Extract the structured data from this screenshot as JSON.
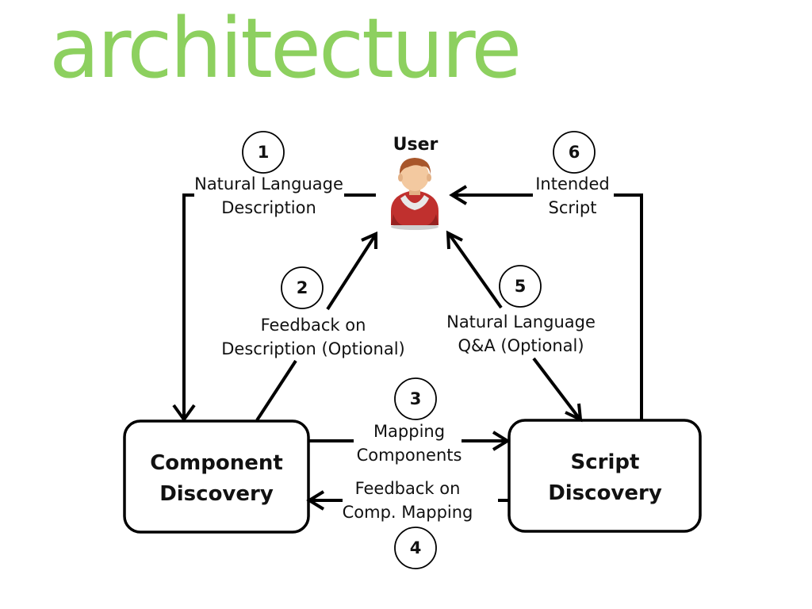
{
  "title": "architecture",
  "user": {
    "label": "User",
    "icon": "user-icon"
  },
  "boxes": {
    "component": [
      "Component",
      "Discovery"
    ],
    "script": [
      "Script",
      "Discovery"
    ]
  },
  "steps": [
    {
      "number": "1",
      "lines": [
        "Natural Language",
        "Description"
      ]
    },
    {
      "number": "2",
      "lines": [
        "Feedback on",
        "Description (Optional)"
      ]
    },
    {
      "number": "3",
      "lines": [
        "Mapping",
        "Components"
      ]
    },
    {
      "number": "4",
      "lines": [
        "Feedback on",
        "Comp. Mapping"
      ]
    },
    {
      "number": "5",
      "lines": [
        "Natural Language",
        "Q&A (Optional)"
      ]
    },
    {
      "number": "6",
      "lines": [
        "Intended",
        "Script"
      ]
    }
  ],
  "colors": {
    "title": "#8dd05f",
    "user_shirt": "#c0302e",
    "user_hair": "#a8562a",
    "user_skin": "#f3c9a0"
  }
}
